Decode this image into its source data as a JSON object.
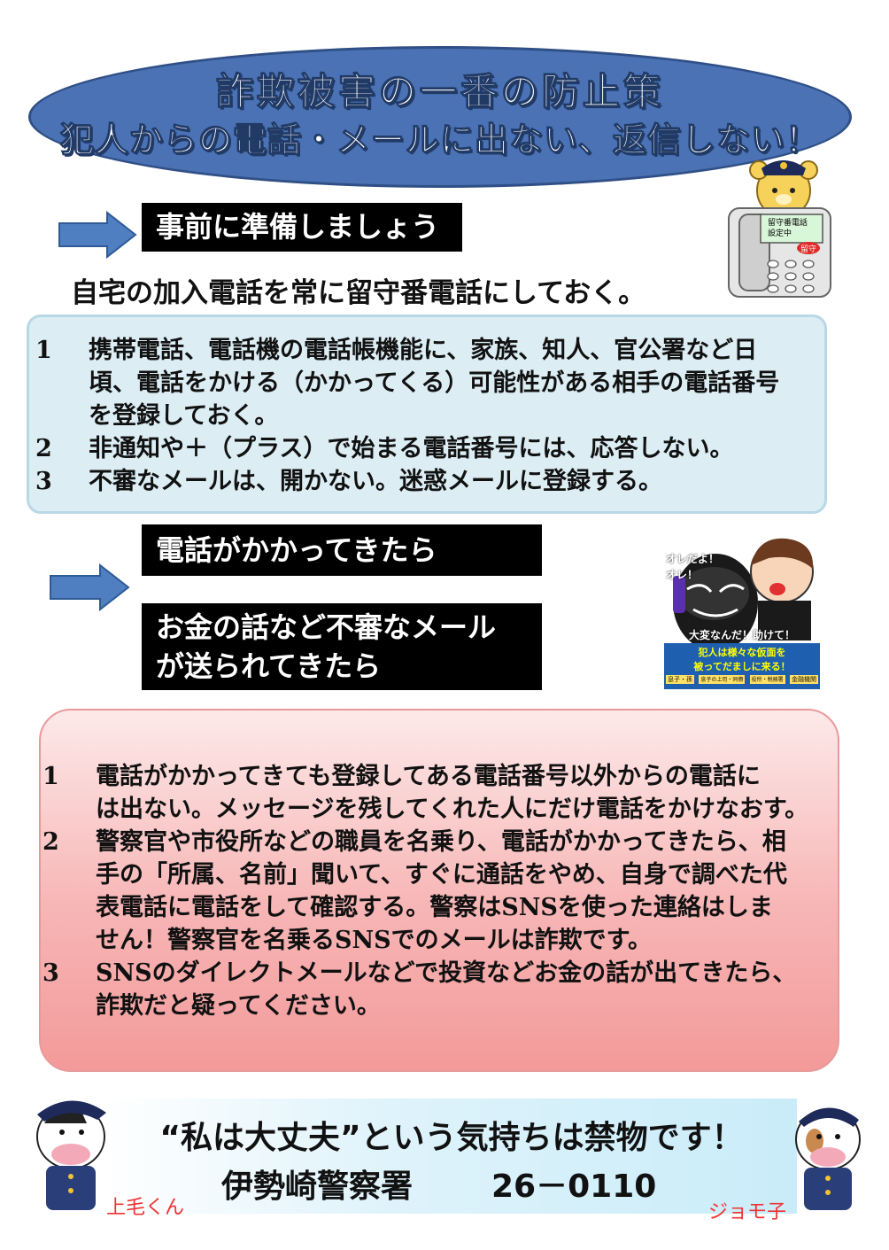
{
  "header": {
    "title_line1": "詐欺被害の一番の防止策",
    "title_line2": "犯人からの電話・メールに出ない、返信しない！"
  },
  "phone_illustration": {
    "display_line1": "留守番電話",
    "display_line2": "設定中",
    "button_label": "留守"
  },
  "prepare": {
    "label": "事前に準備しましょう",
    "lead": "自宅の加入電話を常に留守番電話にしておく。",
    "items": [
      {
        "num": "1",
        "lines": [
          "携帯電話、電話機の電話帳機能に、家族、知人、官公署など日",
          "頃、電話をかける（かかってくる）可能性がある相手の電話番号",
          "を登録しておく。"
        ]
      },
      {
        "num": "2",
        "lines": [
          "非通知や＋（プラス）で始まる電話番号には、応答しない。"
        ]
      },
      {
        "num": "3",
        "lines": [
          "不審なメールは、開かない。迷惑メールに登録する。"
        ]
      }
    ]
  },
  "when": {
    "call_label": "電話がかかってきたら",
    "mail_label_line1": "お金の話など不審なメール",
    "mail_label_line2": "が送られてきたら"
  },
  "scam_illustration": {
    "speech1": "オレだよ！",
    "speech2": "オレ！",
    "caption1": "大変なんだ！助けて！",
    "caption2": "犯人は様々な仮面を",
    "caption3": "被ってだましに来る！",
    "tags": [
      "息子・孫",
      "息子の上司・同僚",
      "役所・税務署",
      "金融機関"
    ]
  },
  "response": {
    "items": [
      {
        "num": "1",
        "lines": [
          "電話がかかってきても登録してある電話番号以外からの電話に",
          "は出ない。メッセージを残してくれた人にだけ電話をかけなおす。"
        ]
      },
      {
        "num": "2",
        "lines": [
          "警察官や市役所などの職員を名乗り、電話がかかってきたら、相",
          "手の「所属、名前」聞いて、すぐに通話をやめ、自身で調べた代",
          "表電話に電話をして確認する。警察はSNSを使った連絡はしま",
          "せん！警察官を名乗るSNSでのメールは詐欺です。"
        ]
      },
      {
        "num": "3",
        "lines": [
          "SNSのダイレクトメールなどで投資などお金の話が出てきたら、",
          "詐欺だと疑ってください。"
        ]
      }
    ]
  },
  "footer": {
    "slogan": "“私は大丈夫”という気持ちは禁物です！",
    "station": "伊勢崎警察署",
    "phone": "26－0110",
    "mascot_left": "上毛くん",
    "mascot_right": "ジョモ子"
  }
}
